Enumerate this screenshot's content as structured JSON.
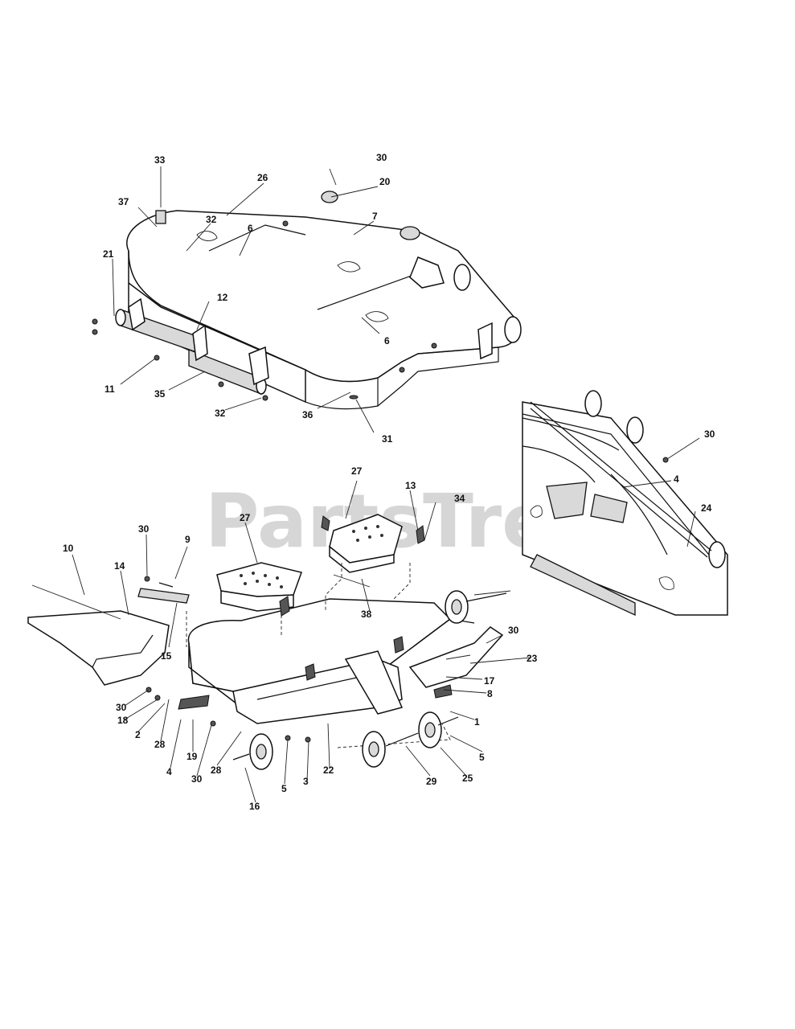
{
  "watermark": "PartsTree",
  "callouts": {
    "upper_deck": [
      "33",
      "37",
      "32",
      "26",
      "30",
      "20",
      "7",
      "6",
      "21",
      "12",
      "6",
      "11",
      "35",
      "32",
      "36",
      "31"
    ],
    "detail": [
      "30",
      "4",
      "24"
    ],
    "lower_deck": [
      "27",
      "13",
      "34",
      "27",
      "30",
      "9",
      "10",
      "14",
      "38",
      "15",
      "30",
      "23",
      "17",
      "8",
      "30",
      "18",
      "2",
      "28",
      "19",
      "4",
      "30",
      "28",
      "1",
      "22",
      "5",
      "16",
      "5",
      "3",
      "29",
      "25"
    ]
  }
}
